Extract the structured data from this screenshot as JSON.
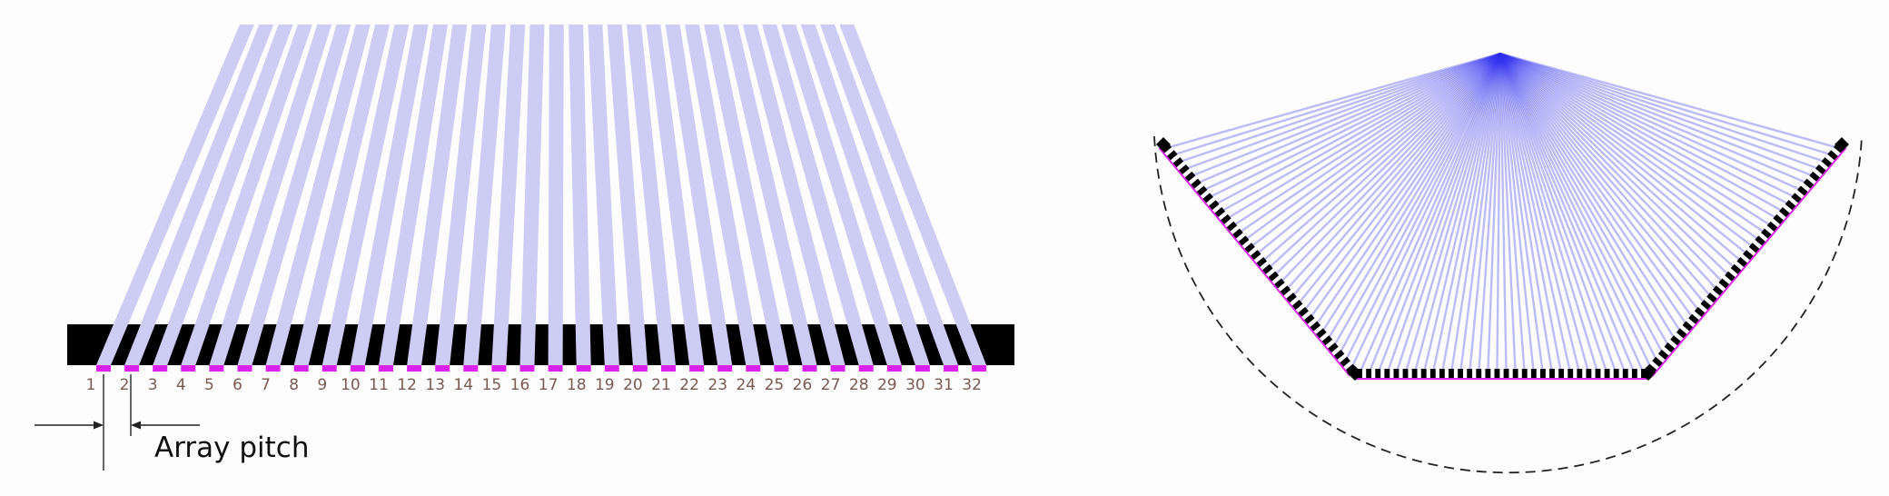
{
  "left_panel": {
    "element_labels": [
      "1",
      "2",
      "3",
      "4",
      "5",
      "6",
      "7",
      "8",
      "9",
      "10",
      "11",
      "12",
      "13",
      "14",
      "15",
      "16",
      "17",
      "18",
      "19",
      "20",
      "21",
      "22",
      "23",
      "24",
      "25",
      "26",
      "27",
      "28",
      "29",
      "30",
      "31",
      "32"
    ],
    "caption": "Array pitch",
    "fiber_color": "#ccccf4",
    "element_color": "#dd22ee",
    "block_color": "#000000"
  },
  "right_panel": {
    "segments": [
      "left",
      "bottom",
      "right"
    ],
    "elements_per_segment": 32,
    "ray_color": "#3333ee",
    "element_color": "#dd22ee",
    "arc_style": "dashed"
  }
}
